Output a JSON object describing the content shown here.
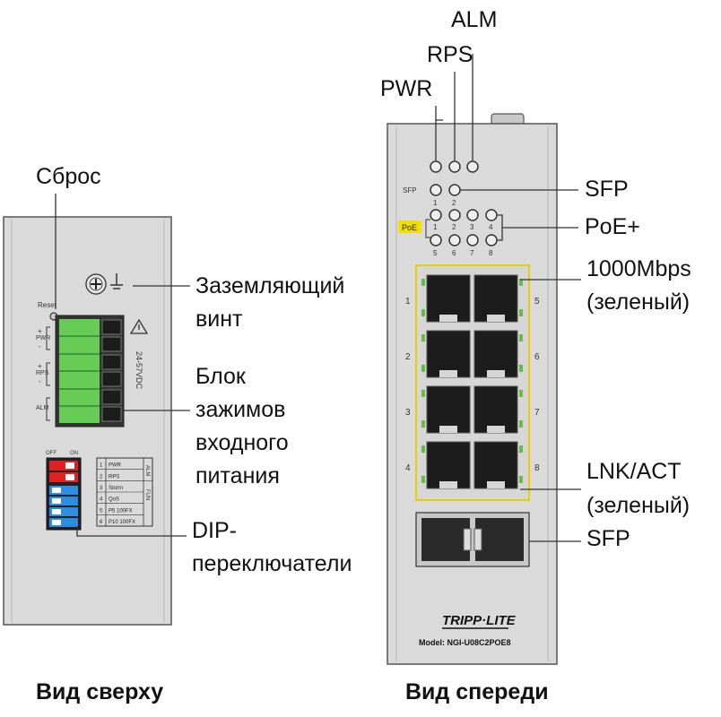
{
  "top_view": {
    "caption": "Вид сверху",
    "callouts": {
      "reset": "Сброс",
      "ground_line1": "Заземляющий",
      "ground_line2": "винт",
      "terminal_line1": "Блок",
      "terminal_line2": "зажимов",
      "terminal_line3": "входного",
      "terminal_line4": "питания",
      "dip_line1": "DIP-",
      "dip_line2": "переключатели"
    },
    "panel_text": {
      "reset": "Reset",
      "pwr": "PWR",
      "rps": "RPS",
      "alm": "ALM",
      "voltage": "24-57VDC",
      "dip_off": "OFF",
      "dip_on": "ON",
      "dip_rows": [
        {
          "num": "1",
          "name": "PWR"
        },
        {
          "num": "2",
          "name": "RPS"
        },
        {
          "num": "3",
          "name": "Storm"
        },
        {
          "num": "4",
          "name": "QoS"
        },
        {
          "num": "5",
          "name": "P5 100FX"
        },
        {
          "num": "6",
          "name": "P10 100FX"
        }
      ],
      "dip_group1": "ALM",
      "dip_group2": "FUN"
    }
  },
  "front_view": {
    "caption": "Вид спереди",
    "callouts": {
      "alm": "ALM",
      "rps": "RPS",
      "pwr": "PWR",
      "sfp_led": "SFP",
      "poe": "PoE+",
      "speed_line1": "1000Mbps",
      "speed_line2": "(зеленый)",
      "lnk_line1": "LNK/ACT",
      "lnk_line2": "(зеленый)",
      "sfp_port": "SFP"
    },
    "panel_text": {
      "sfp_led_label": "SFP",
      "sfp_led_nums": [
        "1",
        "2"
      ],
      "poe_badge": "PoE",
      "poe_top_nums": [
        "1",
        "2",
        "3",
        "4"
      ],
      "poe_bottom_nums": [
        "5",
        "6",
        "7",
        "8"
      ],
      "left_port_nums": [
        "1",
        "2",
        "3",
        "4"
      ],
      "right_port_nums": [
        "5",
        "6",
        "7",
        "8"
      ],
      "brand": "TRIPP·LITE",
      "model": "Model: NGI-U08C2POE8"
    }
  },
  "colors": {
    "panel": "#dcdcdc",
    "terminal_green": "#66cc55",
    "poe_yellow": "#f4e000",
    "dip_red": "#e02020",
    "dip_blue": "#2e8de0",
    "led_green": "#66bb44"
  }
}
